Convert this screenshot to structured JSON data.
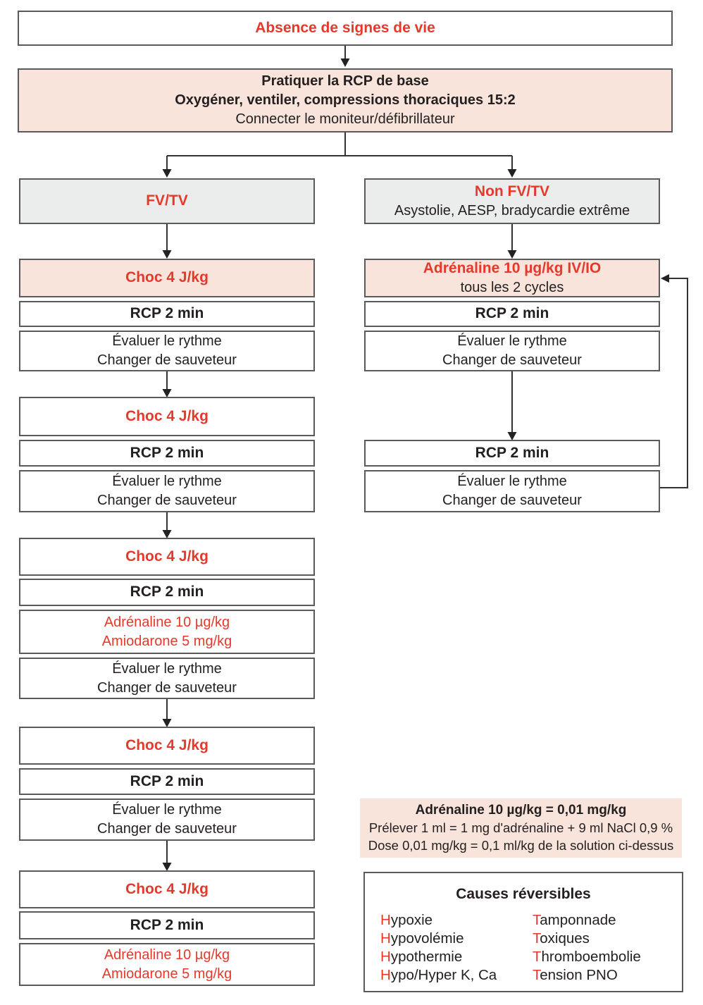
{
  "palette": {
    "accent_red": "#e5392c",
    "pink_fill": "#f8e4db",
    "gray_fill": "#ebecec",
    "border_gray": "#5a5a5c",
    "text_dark": "#231f20"
  },
  "boxes": {
    "no_signs_of_life": "Absence de signes de vie",
    "basic_cpr": {
      "line1": "Pratiquer la RCP de base",
      "line2": "Oxygéner, ventiler, compressions thoraciques 15:2",
      "line3": "Connecter le moniteur/défibrillateur"
    },
    "fv_tv_header": "FV/TV",
    "non_fv_tv_header": {
      "line1": "Non FV/TV",
      "line2": "Asystolie, AESP, bradycardie extrême"
    },
    "shock": "Choc 4 J/kg",
    "cpr_2min": "RCP 2 min",
    "evaluate": {
      "line1": "Évaluer le rythme",
      "line2": "Changer de sauveteur"
    },
    "adrenaline_iv_io": {
      "line1": "Adrénaline 10 µg/kg IV/IO",
      "line2": "tous les 2 cycles"
    },
    "adrenaline_amiodarone": {
      "line1": "Adrénaline 10 µg/kg",
      "line2": "Amiodarone 5 mg/kg"
    }
  },
  "dilution_note": {
    "title": "Adrénaline 10 µg/kg = 0,01 mg/kg",
    "line2": "Prélever 1 ml = 1 mg d'adrénaline + 9 ml NaCl 0,9 %",
    "line3": "Dose 0,01 mg/kg = 0,1 ml/kg de la solution ci-dessus"
  },
  "reversible_causes": {
    "title": "Causes réversibles",
    "column1": [
      {
        "initial": "H",
        "rest": "ypoxie"
      },
      {
        "initial": "H",
        "rest": "ypovolémie"
      },
      {
        "initial": "H",
        "rest": "ypothermie"
      },
      {
        "initial": "H",
        "rest": "ypo/Hyper K, Ca"
      }
    ],
    "column2": [
      {
        "initial": "T",
        "rest": "amponnade"
      },
      {
        "initial": "T",
        "rest": "oxiques"
      },
      {
        "initial": "T",
        "rest": "hromboembolie"
      },
      {
        "initial": "T",
        "rest": "ension PNO"
      }
    ]
  }
}
